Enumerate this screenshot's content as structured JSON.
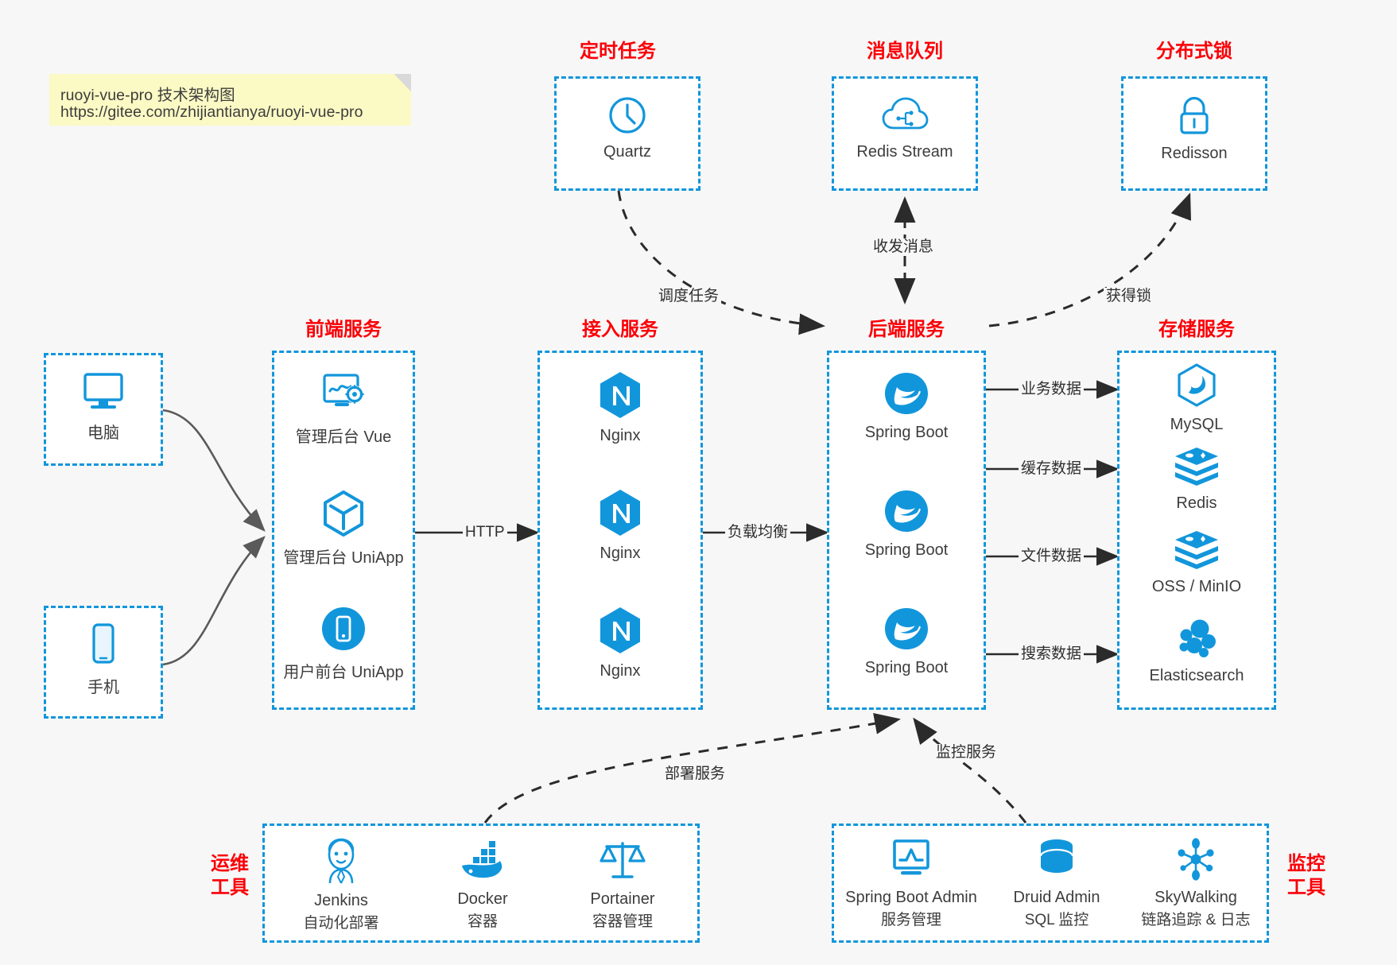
{
  "note": {
    "line1": "ruoyi-vue-pro 技术架构图",
    "line2": "https://gitee.com/zhijiantianya/ruoyi-vue-pro"
  },
  "colors": {
    "accent_blue": "#1296db",
    "title_red": "#fb0007",
    "box_bg": "#ffffff",
    "canvas_bg": "#f7f7f7",
    "note_bg": "#fbf9c4",
    "edge_gray": "#5a5a5a",
    "text_dark": "#3d3d3d"
  },
  "groups": {
    "scheduled_tasks": {
      "title": "定时任务",
      "nodes": [
        {
          "label": "Quartz",
          "icon": "clock-icon"
        }
      ]
    },
    "message_queue": {
      "title": "消息队列",
      "nodes": [
        {
          "label": "Redis Stream",
          "icon": "cloud-stream-icon"
        }
      ]
    },
    "distributed_lock": {
      "title": "分布式锁",
      "nodes": [
        {
          "label": "Redisson",
          "icon": "lock-icon"
        }
      ]
    },
    "clients": {
      "nodes": [
        {
          "label": "电脑",
          "icon": "desktop-monitor-icon"
        },
        {
          "label": "手机",
          "icon": "mobile-phone-icon"
        }
      ]
    },
    "frontend_services": {
      "title": "前端服务",
      "nodes": [
        {
          "label": "管理后台 Vue",
          "icon": "dashboard-gear-icon"
        },
        {
          "label": "管理后台 UniApp",
          "icon": "hexagon-cube-icon"
        },
        {
          "label": "用户前台 UniApp",
          "icon": "phone-circle-icon"
        }
      ]
    },
    "gateway_services": {
      "title": "接入服务",
      "nodes": [
        {
          "label": "Nginx",
          "icon": "nginx-icon"
        },
        {
          "label": "Nginx",
          "icon": "nginx-icon"
        },
        {
          "label": "Nginx",
          "icon": "nginx-icon"
        }
      ]
    },
    "backend_services": {
      "title": "后端服务",
      "nodes": [
        {
          "label": "Spring Boot",
          "icon": "spring-boot-icon"
        },
        {
          "label": "Spring Boot",
          "icon": "spring-boot-icon"
        },
        {
          "label": "Spring Boot",
          "icon": "spring-boot-icon"
        }
      ]
    },
    "storage_services": {
      "title": "存储服务",
      "nodes": [
        {
          "label": "MySQL",
          "icon": "mysql-dolphin-icon"
        },
        {
          "label": "Redis",
          "icon": "redis-stack-icon"
        },
        {
          "label": "OSS / MinIO",
          "icon": "redis-stack-icon"
        },
        {
          "label": "Elasticsearch",
          "icon": "elasticsearch-icon"
        }
      ]
    },
    "devops_tools": {
      "title_line1": "运维",
      "title_line2": "工具",
      "nodes": [
        {
          "label": "Jenkins",
          "sublabel": "自动化部署",
          "icon": "jenkins-butler-icon"
        },
        {
          "label": "Docker",
          "sublabel": "容器",
          "icon": "docker-whale-icon"
        },
        {
          "label": "Portainer",
          "sublabel": "容器管理",
          "icon": "scales-icon"
        }
      ]
    },
    "monitoring_tools": {
      "title_line1": "监控",
      "title_line2": "工具",
      "nodes": [
        {
          "label": "Spring Boot Admin",
          "sublabel": "服务管理",
          "icon": "monitor-chart-icon"
        },
        {
          "label": "Druid Admin",
          "sublabel": "SQL 监控",
          "icon": "database-cylinder-icon"
        },
        {
          "label": "SkyWalking",
          "sublabel": "链路追踪 & 日志",
          "icon": "node-network-icon"
        }
      ]
    }
  },
  "edges": {
    "schedule_task": "调度任务",
    "send_receive_message": "收发消息",
    "acquire_lock": "获得锁",
    "http": "HTTP",
    "load_balance": "负载均衡",
    "business_data": "业务数据",
    "cache_data": "缓存数据",
    "file_data": "文件数据",
    "search_data": "搜索数据",
    "deploy_service": "部署服务",
    "monitor_service": "监控服务"
  }
}
